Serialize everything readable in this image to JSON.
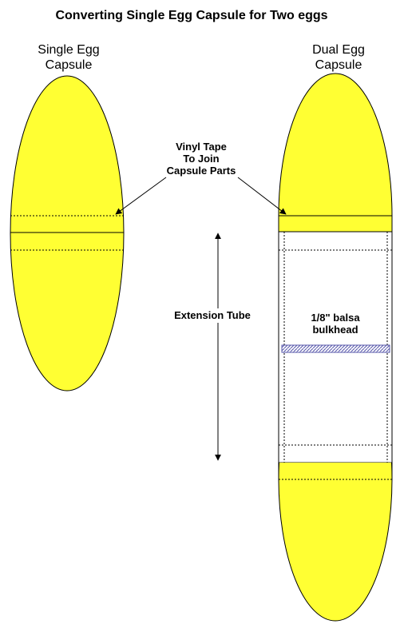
{
  "title": "Converting Single Egg Capsule for Two eggs",
  "single_capsule": {
    "line1": "Single Egg",
    "line2": "Capsule"
  },
  "dual_capsule": {
    "line1": "Dual Egg",
    "line2": "Capsule"
  },
  "tape_label": {
    "line1": "Vinyl Tape",
    "line2": "To Join",
    "line3": "Capsule Parts"
  },
  "extension_label": "Extension Tube",
  "bulkhead_label": {
    "line1": "1/8\" balsa",
    "line2": "bulkhead"
  },
  "colors": {
    "capsule_fill": "#ffff33",
    "outline": "#000000",
    "background": "#ffffff",
    "bulkhead_hatch": "#5555aa"
  }
}
